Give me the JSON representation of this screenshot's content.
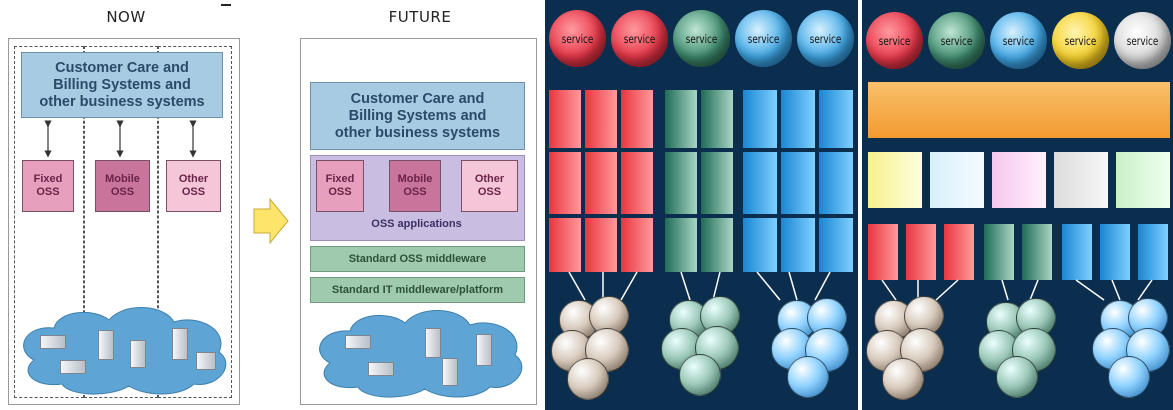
{
  "left": {
    "now_title": "NOW",
    "future_title": "FUTURE",
    "customer_care": "Customer Care and\nBilling Systems and\nother business systems",
    "oss": [
      {
        "label": "Fixed\nOSS"
      },
      {
        "label": "Mobile\nOSS"
      },
      {
        "label": "Other\nOSS"
      }
    ],
    "future": {
      "customer_care": "Customer Care and\nBilling Systems and\nother business systems",
      "oss": [
        {
          "label": "Fixed\nOSS"
        },
        {
          "label": "Mobile\nOSS"
        },
        {
          "label": "Other\nOSS"
        }
      ],
      "oss_applications": "OSS applications",
      "standard_oss_middleware": "Standard OSS middleware",
      "standard_it_middleware": "Standard IT middleware/platform"
    }
  },
  "right": {
    "panel1_services": [
      {
        "label": "service",
        "color": "red"
      },
      {
        "label": "service",
        "color": "red"
      },
      {
        "label": "service",
        "color": "green"
      },
      {
        "label": "service",
        "color": "blue"
      },
      {
        "label": "service",
        "color": "blue"
      }
    ],
    "panel2_services": [
      {
        "label": "service",
        "color": "red"
      },
      {
        "label": "service",
        "color": "green"
      },
      {
        "label": "service",
        "color": "blue"
      },
      {
        "label": "service",
        "color": "yellow"
      },
      {
        "label": "service",
        "color": "white"
      }
    ]
  },
  "colors": {
    "dark_panel": "#0b2d4e",
    "arrow_yellow": "#ffe46b",
    "platform_orange": "#f7ad4c"
  }
}
